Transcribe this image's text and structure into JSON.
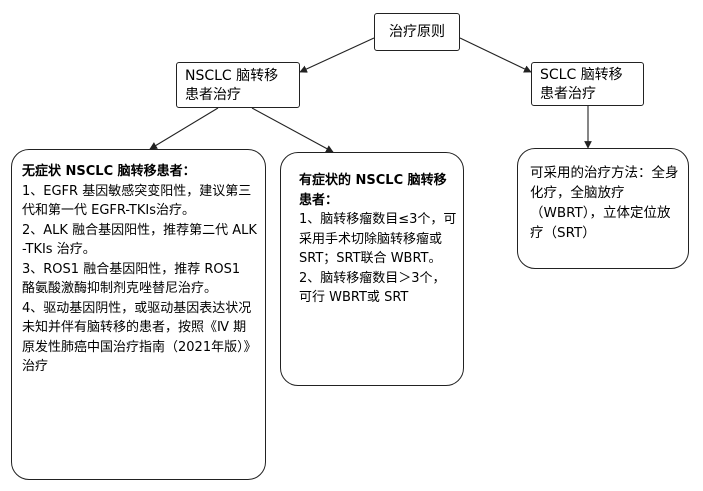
{
  "root": {
    "label": "治疗原则"
  },
  "nsclc": {
    "label": "NSCLC 脑转移患者治疗"
  },
  "sclc": {
    "label": "SCLC 脑转移患者治疗"
  },
  "asymptomatic": {
    "title": "无症状 NSCLC 脑转移患者：",
    "items": [
      "1、EGFR 基因敏感突变阳性，建议第三代和第一代 EGFR-TKIs治疗。",
      "2、ALK 融合基因阳性，推荐第二代 ALK -TKIs 治疗。",
      "3、ROS1 融合基因阳性，推荐 ROS1 酪氨酸激酶抑制剂克唑替尼治疗。",
      "4、驱动基因阴性，或驱动基因表达状况未知并伴有脑转移的患者，按照《Ⅳ 期原发性肺癌中国治疗指南（2021年版）》治疗"
    ]
  },
  "symptomatic": {
    "title": "有症状的 NSCLC 脑转移患者：",
    "items": [
      "1、脑转移瘤数目≤3个，可采用手术切除脑转移瘤或SRT；SRT联合 WBRT。",
      "2、脑转移瘤数目＞3个，可行 WBRT或 SRT"
    ]
  },
  "sclc_treatment": {
    "text": "可采用的治疗方法：全身化疗，全脑放疗（WBRT），立体定位放疗（SRT）"
  },
  "colors": {
    "line": "#222222",
    "background": "#ffffff"
  }
}
